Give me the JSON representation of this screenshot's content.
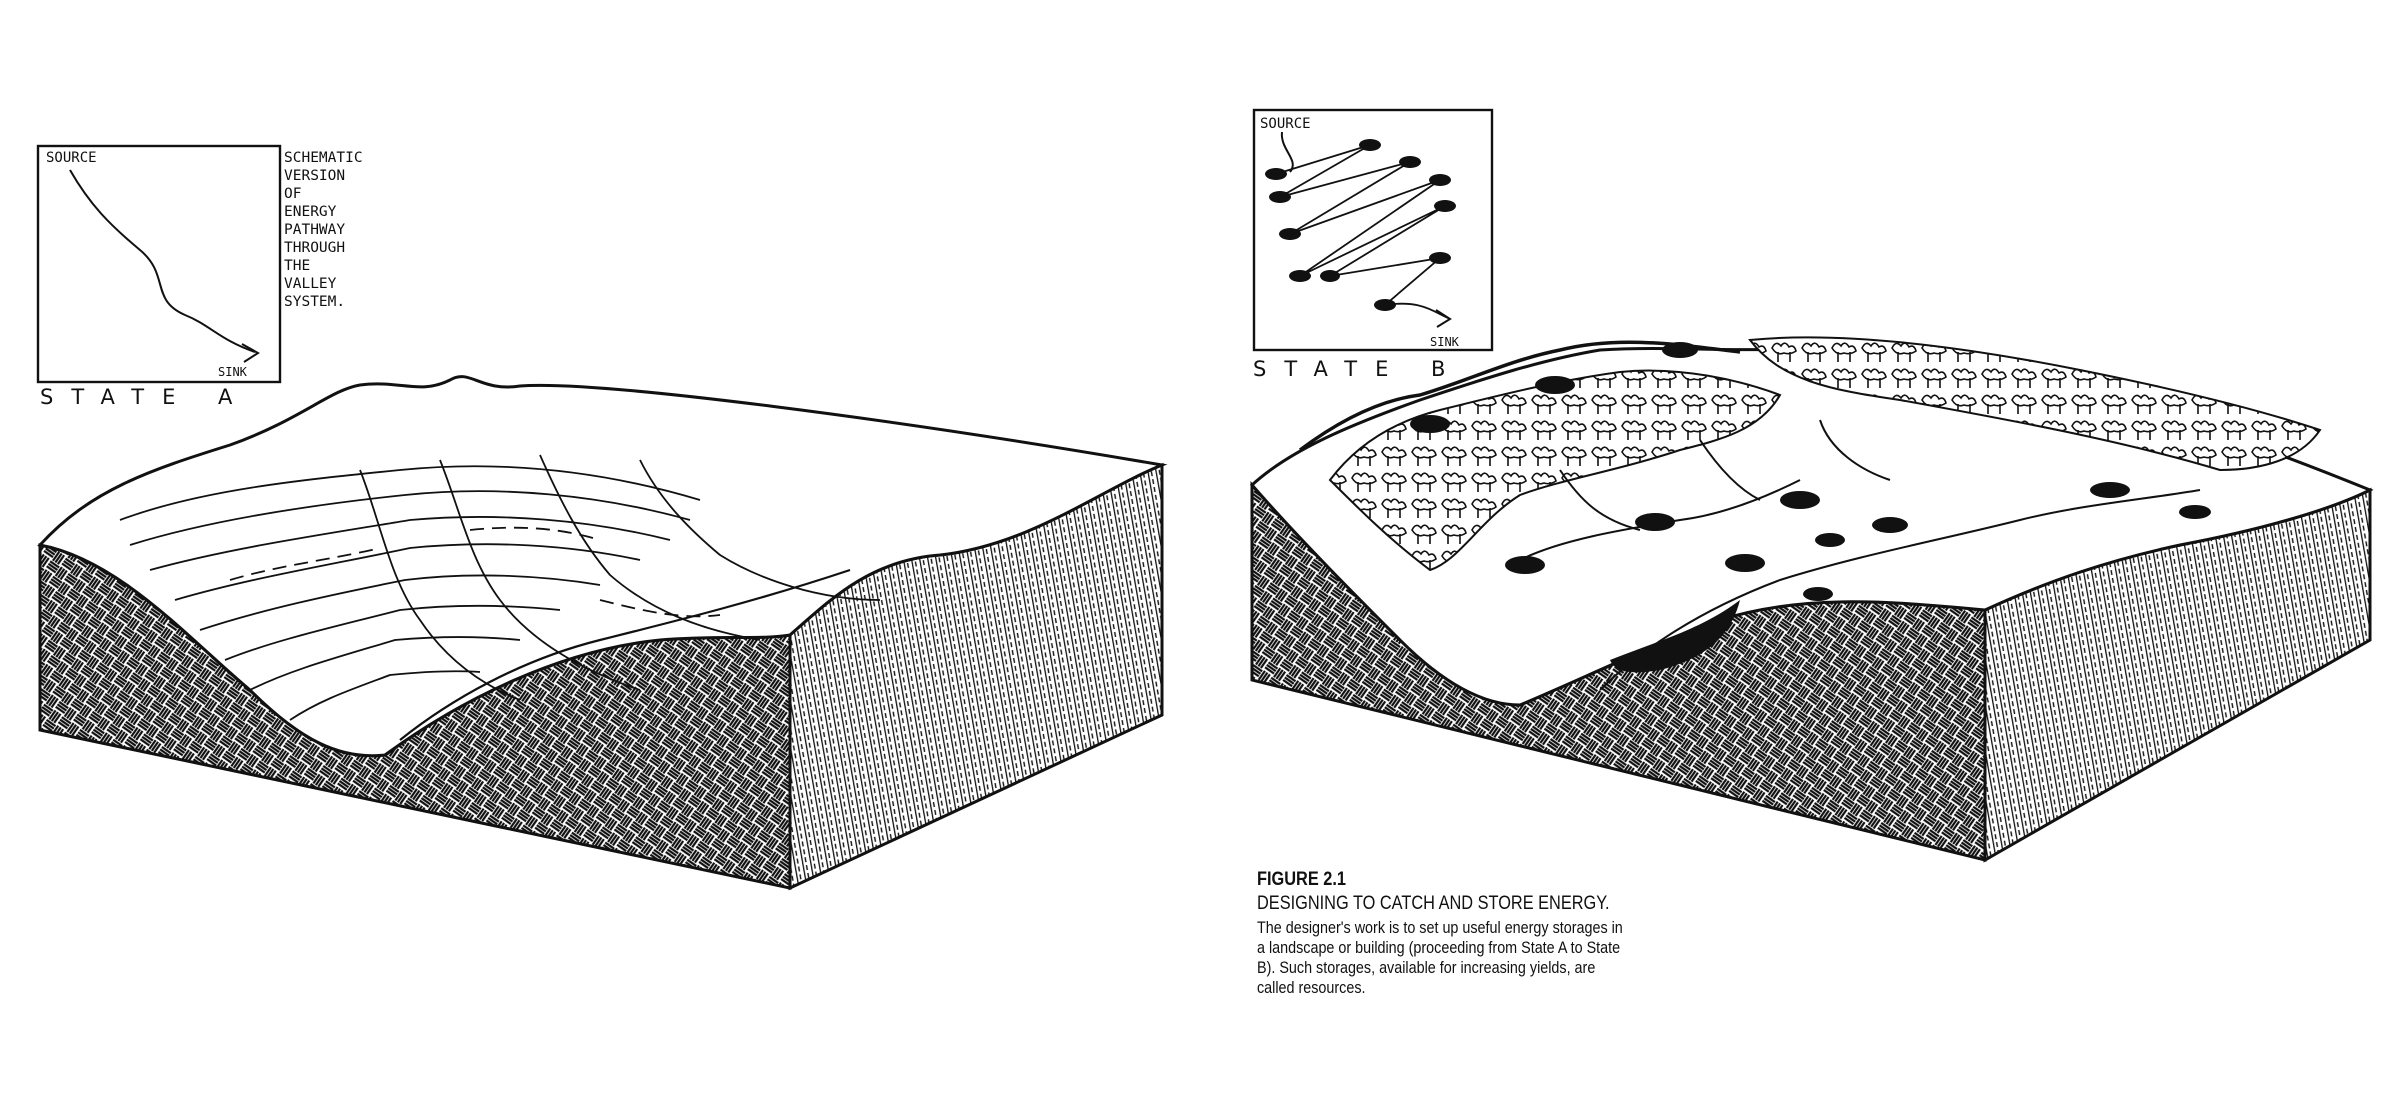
{
  "state_a": {
    "source_label": "SOURCE",
    "sink_label": "SINK",
    "state_label": "STATE A",
    "note_lines": [
      "SCHEMATIC",
      "VERSION",
      "OF",
      "ENERGY",
      "PATHWAY",
      "THROUGH",
      "THE",
      "VALLEY",
      "SYSTEM."
    ]
  },
  "state_b": {
    "source_label": "SOURCE",
    "sink_label": "SINK",
    "state_label": "STATE B"
  },
  "caption": {
    "figure": "FIGURE 2.1",
    "title": "DESIGNING TO CATCH AND STORE ENERGY.",
    "body": "The designer's work is to set up useful energy storages in a landscape or building (proceeding from State A to State B). Such storages, available for increasing yields, are called resources."
  },
  "colors": {
    "ink": "#111111",
    "paper": "#ffffff"
  }
}
